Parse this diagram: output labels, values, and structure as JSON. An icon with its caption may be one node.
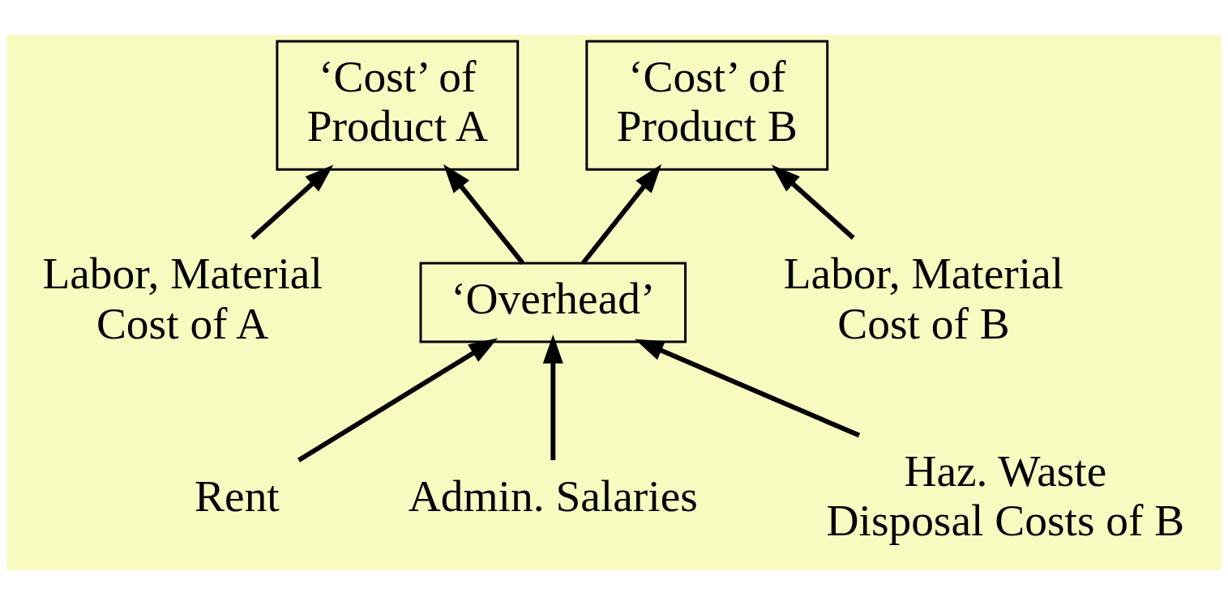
{
  "diagram": {
    "nodes": [
      {
        "text": [
          "‘Cost’ of Product A"
        ]
      },
      {
        "text": [
          "‘Cost’ of Product B"
        ]
      },
      {
        "text": [
          "Labor, Material Cost of A"
        ]
      },
      {
        "text": [
          "‘Overhead’"
        ]
      },
      {
        "text": [
          "Labor, Material Cost of B"
        ]
      },
      {
        "text": [
          "Rent"
        ]
      },
      {
        "text": [
          "Admin. Salaries"
        ]
      },
      {
        "text": [
          "Haz. Waste Disposal Costs of B"
        ]
      }
    ],
    "edges": [
      {
        "from": 2,
        "to": 0,
        "arrow": "to"
      },
      {
        "from": 3,
        "to": 0,
        "arrow": "to"
      },
      {
        "from": 3,
        "to": 1,
        "arrow": "to"
      },
      {
        "from": 4,
        "to": 1,
        "arrow": "to"
      },
      {
        "from": 5,
        "to": 3,
        "arrow": "to"
      },
      {
        "from": 6,
        "to": 3,
        "arrow": "to"
      },
      {
        "from": 7,
        "to": 3,
        "arrow": "to"
      }
    ]
  }
}
